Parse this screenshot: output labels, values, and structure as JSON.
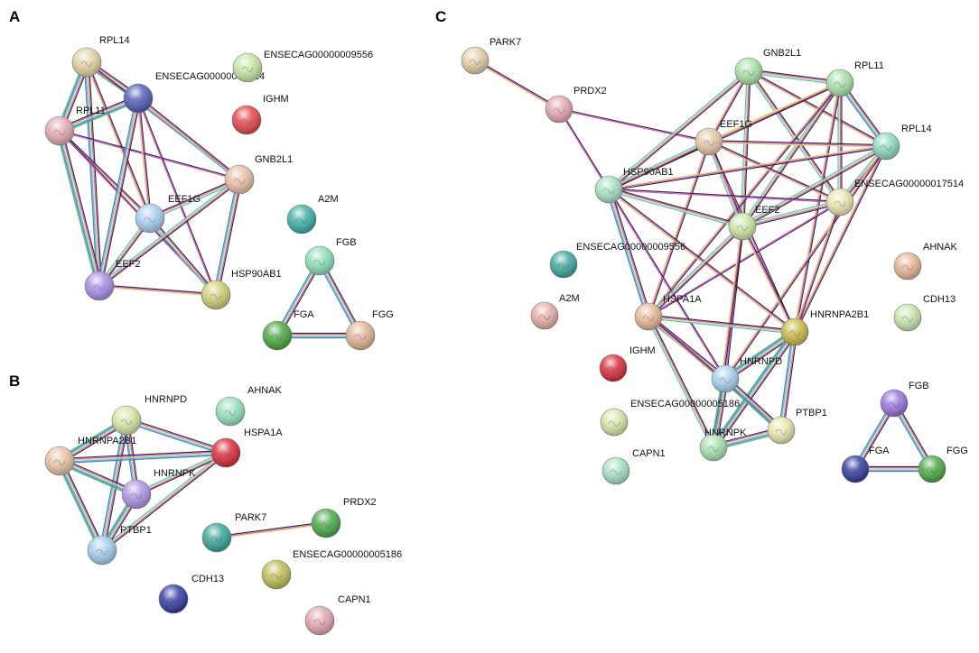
{
  "panels": [
    {
      "label": "A",
      "nodes": [
        {
          "id": "RPL14",
          "label": "RPL14",
          "color": "#e3d3a6"
        },
        {
          "id": "E17514",
          "label": "ENSECAG00000017514",
          "color": "#5561b6"
        },
        {
          "id": "E9556",
          "label": "ENSECAG00000009556",
          "color": "#c8e6a6"
        },
        {
          "id": "RPL11",
          "label": "RPL11",
          "color": "#e2aab4"
        },
        {
          "id": "IGHM",
          "label": "IGHM",
          "color": "#e34a4e"
        },
        {
          "id": "GNB2L1",
          "label": "GNB2L1",
          "color": "#e8c0a8"
        },
        {
          "id": "EEF1G",
          "label": "EEF1G",
          "color": "#a9d0ee"
        },
        {
          "id": "A2M",
          "label": "A2M",
          "color": "#3fb0a6"
        },
        {
          "id": "FGB",
          "label": "FGB",
          "color": "#8ee0b8"
        },
        {
          "id": "EEF2",
          "label": "EEF2",
          "color": "#a890e6"
        },
        {
          "id": "HSP90AB1",
          "label": "HSP90AB1",
          "color": "#cfcf7a"
        },
        {
          "id": "FGA",
          "label": "FGA",
          "color": "#4ea846"
        },
        {
          "id": "FGG",
          "label": "FGG",
          "color": "#e3b59a"
        }
      ],
      "edges": [
        [
          "RPL14",
          "RPL11",
          6
        ],
        [
          "RPL14",
          "E17514",
          6
        ],
        [
          "RPL14",
          "EEF2",
          5
        ],
        [
          "RPL14",
          "EEF1G",
          3
        ],
        [
          "RPL14",
          "GNB2L1",
          2
        ],
        [
          "RPL11",
          "E17514",
          6
        ],
        [
          "RPL11",
          "EEF2",
          6
        ],
        [
          "RPL11",
          "EEF1G",
          3
        ],
        [
          "RPL11",
          "GNB2L1",
          2
        ],
        [
          "RPL11",
          "HSP90AB1",
          2
        ],
        [
          "E17514",
          "EEF2",
          5
        ],
        [
          "E17514",
          "EEF1G",
          3
        ],
        [
          "E17514",
          "GNB2L1",
          4
        ],
        [
          "E17514",
          "HSP90AB1",
          2
        ],
        [
          "EEF1G",
          "EEF2",
          4
        ],
        [
          "EEF1G",
          "GNB2L1",
          4
        ],
        [
          "EEF1G",
          "HSP90AB1",
          4
        ],
        [
          "GNB2L1",
          "EEF2",
          4
        ],
        [
          "GNB2L1",
          "HSP90AB1",
          5
        ],
        [
          "EEF2",
          "HSP90AB1",
          3
        ],
        [
          "FGB",
          "FGA",
          5
        ],
        [
          "FGB",
          "FGG",
          5
        ],
        [
          "FGA",
          "FGG",
          5
        ]
      ]
    },
    {
      "label": "B",
      "nodes": [
        {
          "id": "HNRNPD",
          "label": "HNRNPD",
          "color": "#d6e6a4"
        },
        {
          "id": "AHNAK",
          "label": "AHNAK",
          "color": "#96e2c0"
        },
        {
          "id": "HNRNPA2B1",
          "label": "HNRNPA2B1",
          "color": "#e6c3a4"
        },
        {
          "id": "HSPA1A",
          "label": "HSPA1A",
          "color": "#d8323e"
        },
        {
          "id": "HNRNPK",
          "label": "HNRNPK",
          "color": "#ae96e2"
        },
        {
          "id": "PTBP1",
          "label": "PTBP1",
          "color": "#a4cfee"
        },
        {
          "id": "PARK7",
          "label": "PARK7",
          "color": "#3ba79a"
        },
        {
          "id": "PRDX2",
          "label": "PRDX2",
          "color": "#4eaa4e"
        },
        {
          "id": "E5186",
          "label": "ENSECAG00000005186",
          "color": "#bfbf5a"
        },
        {
          "id": "CDH13",
          "label": "CDH13",
          "color": "#3a3ea0"
        },
        {
          "id": "CAPN1",
          "label": "CAPN1",
          "color": "#e2a8b0"
        }
      ],
      "edges": [
        [
          "HNRNPD",
          "HNRNPA2B1",
          6
        ],
        [
          "HNRNPD",
          "HSPA1A",
          5
        ],
        [
          "HNRNPD",
          "HNRNPK",
          5
        ],
        [
          "HNRNPD",
          "PTBP1",
          5
        ],
        [
          "HNRNPA2B1",
          "HSPA1A",
          5
        ],
        [
          "HNRNPA2B1",
          "HNRNPK",
          6
        ],
        [
          "HNRNPA2B1",
          "PTBP1",
          6
        ],
        [
          "HSPA1A",
          "HNRNPK",
          4
        ],
        [
          "HSPA1A",
          "PTBP1",
          4
        ],
        [
          "HNRNPK",
          "PTBP1",
          6
        ],
        [
          "PARK7",
          "PRDX2",
          3
        ]
      ]
    },
    {
      "label": "C",
      "nodes": [
        {
          "id": "PARK7",
          "label": "PARK7",
          "color": "#e2cfa6"
        },
        {
          "id": "GNB2L1",
          "label": "GNB2L1",
          "color": "#a8e2a8"
        },
        {
          "id": "RPL11",
          "label": "RPL11",
          "color": "#a8e2a8"
        },
        {
          "id": "PRDX2",
          "label": "PRDX2",
          "color": "#e6a8b0"
        },
        {
          "id": "EEF1G",
          "label": "EEF1G",
          "color": "#e6c8a8"
        },
        {
          "id": "RPL14",
          "label": "RPL14",
          "color": "#8edbc0"
        },
        {
          "id": "HSP90AB1",
          "label": "HSP90AB1",
          "color": "#a8e2c8"
        },
        {
          "id": "E17514",
          "label": "ENSECAG00000017514",
          "color": "#e8e6b0"
        },
        {
          "id": "EEF2",
          "label": "EEF2",
          "color": "#cde6a8"
        },
        {
          "id": "E9556",
          "label": "ENSECAG00000009556",
          "color": "#3fa8a0"
        },
        {
          "id": "AHNAK",
          "label": "AHNAK",
          "color": "#e6b898"
        },
        {
          "id": "CDH13",
          "label": "CDH13",
          "color": "#c8e6b0"
        },
        {
          "id": "A2M",
          "label": "A2M",
          "color": "#e6b0a8"
        },
        {
          "id": "HSPA1A",
          "label": "HSPA1A",
          "color": "#e6b898"
        },
        {
          "id": "HNRNPA2B1",
          "label": "HNRNPA2B1",
          "color": "#c8bc4a"
        },
        {
          "id": "IGHM",
          "label": "IGHM",
          "color": "#d8303c"
        },
        {
          "id": "HNRNPD",
          "label": "HNRNPD",
          "color": "#a8d2ee"
        },
        {
          "id": "E5186",
          "label": "ENSECAG00000005186",
          "color": "#d6e6a8"
        },
        {
          "id": "PTBP1",
          "label": "PTBP1",
          "color": "#e6e6b0"
        },
        {
          "id": "HNRNPK",
          "label": "HNRNPK",
          "color": "#a8e2b0"
        },
        {
          "id": "FGB",
          "label": "FGB",
          "color": "#9a76dc"
        },
        {
          "id": "CAPN1",
          "label": "CAPN1",
          "color": "#a8e2c8"
        },
        {
          "id": "FGA",
          "label": "FGA",
          "color": "#3a3ea0"
        },
        {
          "id": "FGG",
          "label": "FGG",
          "color": "#4eaa46"
        }
      ],
      "edges": [
        [
          "PARK7",
          "PRDX2",
          3
        ],
        [
          "PRDX2",
          "EEF1G",
          2
        ],
        [
          "PRDX2",
          "HSP90AB1",
          2
        ],
        [
          "GNB2L1",
          "RPL11",
          4
        ],
        [
          "GNB2L1",
          "EEF1G",
          3
        ],
        [
          "GNB2L1",
          "HSP90AB1",
          4
        ],
        [
          "GNB2L1",
          "EEF2",
          4
        ],
        [
          "GNB2L1",
          "E17514",
          4
        ],
        [
          "GNB2L1",
          "RPL14",
          3
        ],
        [
          "RPL11",
          "RPL14",
          5
        ],
        [
          "RPL11",
          "EEF1G",
          3
        ],
        [
          "RPL11",
          "EEF2",
          4
        ],
        [
          "RPL11",
          "E17514",
          4
        ],
        [
          "RPL11",
          "HSP90AB1",
          3
        ],
        [
          "RPL11",
          "HNRNPA2B1",
          3
        ],
        [
          "RPL11",
          "HSPA1A",
          3
        ],
        [
          "EEF1G",
          "RPL14",
          3
        ],
        [
          "EEF1G",
          "HSP90AB1",
          4
        ],
        [
          "EEF1G",
          "EEF2",
          4
        ],
        [
          "EEF1G",
          "E17514",
          3
        ],
        [
          "EEF1G",
          "HSPA1A",
          3
        ],
        [
          "EEF1G",
          "HNRNPA2B1",
          2
        ],
        [
          "RPL14",
          "E17514",
          4
        ],
        [
          "RPL14",
          "EEF2",
          4
        ],
        [
          "RPL14",
          "HSP90AB1",
          3
        ],
        [
          "RPL14",
          "HNRNPA2B1",
          3
        ],
        [
          "RPL14",
          "HNRNPD",
          3
        ],
        [
          "HSP90AB1",
          "EEF2",
          4
        ],
        [
          "HSP90AB1",
          "HSPA1A",
          5
        ],
        [
          "HSP90AB1",
          "HNRNPA2B1",
          3
        ],
        [
          "HSP90AB1",
          "HNRNPD",
          2
        ],
        [
          "HSP90AB1",
          "E17514",
          2
        ],
        [
          "E17514",
          "EEF2",
          4
        ],
        [
          "E17514",
          "HNRNPA2B1",
          3
        ],
        [
          "E17514",
          "HSPA1A",
          2
        ],
        [
          "EEF2",
          "HSPA1A",
          4
        ],
        [
          "EEF2",
          "HNRNPA2B1",
          3
        ],
        [
          "EEF2",
          "HNRNPD",
          3
        ],
        [
          "EEF2",
          "HNRNPK",
          3
        ],
        [
          "HSPA1A",
          "HNRNPA2B1",
          4
        ],
        [
          "HSPA1A",
          "HNRNPD",
          5
        ],
        [
          "HSPA1A",
          "PTBP1",
          3
        ],
        [
          "HSPA1A",
          "HNRNPK",
          4
        ],
        [
          "HNRNPA2B1",
          "HNRNPD",
          6
        ],
        [
          "HNRNPA2B1",
          "HNRNPK",
          6
        ],
        [
          "HNRNPA2B1",
          "PTBP1",
          5
        ],
        [
          "HNRNPD",
          "HNRNPK",
          6
        ],
        [
          "HNRNPD",
          "PTBP1",
          6
        ],
        [
          "HNRNPK",
          "PTBP1",
          6
        ],
        [
          "FGB",
          "FGA",
          5
        ],
        [
          "FGB",
          "FGG",
          5
        ],
        [
          "FGA",
          "FGG",
          5
        ]
      ]
    }
  ]
}
